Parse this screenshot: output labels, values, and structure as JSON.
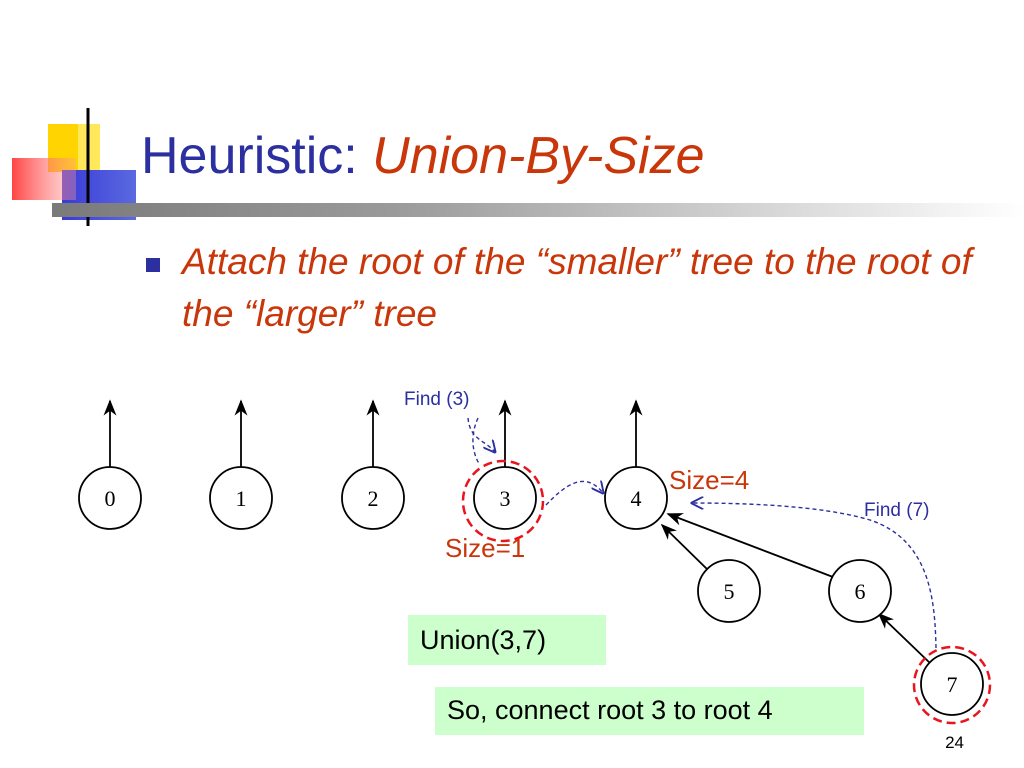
{
  "slide": {
    "title_prefix": "Heuristic: ",
    "title_emphasis": "Union-By-Size",
    "bullet": "Attach the root of the “smaller” tree to the root of the “larger” tree",
    "page_number": "24"
  },
  "diagram": {
    "nodes": [
      "0",
      "1",
      "2",
      "3",
      "4",
      "5",
      "6",
      "7"
    ],
    "annotations": {
      "find_3": "Find (3)",
      "find_7": "Find (7)",
      "size_4": "Size=4",
      "size_1": "Size=1"
    },
    "boxes": {
      "union": "Union(3,7)",
      "connect": "So, connect root 3 to root 4"
    },
    "colors": {
      "title": "#2b2fa0",
      "emphasis": "#c8360a",
      "highlight_circle": "#e8141e",
      "find_arrow": "#2b2fa0",
      "box_fill": "#ccffcc"
    }
  }
}
